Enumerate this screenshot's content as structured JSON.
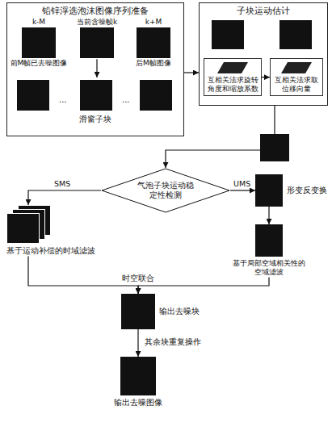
{
  "diagram": {
    "nodes": [
      {
        "text": [
          "铅锌浮选泡沫图像序列准备"
        ]
      },
      {
        "text": [
          "k-M",
          "前M帧已去噪图像"
        ],
        "in": 0
      },
      {
        "text": [
          "当前含噪帧k"
        ],
        "in": 0
      },
      {
        "text": [
          "k+M",
          "后M帧图像"
        ],
        "in": 0
      },
      {
        "text": [
          "滑窗子块"
        ],
        "in": 0
      },
      {
        "text": [
          "子块运动估计"
        ]
      },
      {
        "text": [
          "互相关法求旋转角度和缩放系数"
        ],
        "in": 5
      },
      {
        "text": [
          "互相关法求取位移向量"
        ],
        "in": 5
      },
      {
        "text": [
          "气泡子块运动稳定性检测"
        ]
      },
      {
        "text": [
          "形变反变换"
        ]
      },
      {
        "text": [
          "基于运动补偿的时域滤波"
        ]
      },
      {
        "text": [
          "基于局部空域相关性的空域滤波"
        ]
      },
      {
        "text": [
          "输出去噪块"
        ]
      },
      {
        "text": [
          "输出去噪图像"
        ]
      }
    ],
    "edges": [
      {
        "from": 2,
        "to": 4,
        "arrow": "to"
      },
      {
        "from": 0,
        "to": 5,
        "arrow": "to"
      },
      {
        "from": 6,
        "to": 7,
        "arrow": "to"
      },
      {
        "from": 5,
        "to": 8,
        "arrow": "to"
      },
      {
        "from": 8,
        "to": 10,
        "label": "SMS",
        "arrow": "to"
      },
      {
        "from": 8,
        "to": 9,
        "label": "UMS",
        "arrow": "to"
      },
      {
        "from": 9,
        "to": 11,
        "arrow": "to"
      },
      {
        "from": 10,
        "to": 12,
        "arrow": "to"
      },
      {
        "from": 11,
        "to": 12,
        "arrow": "to"
      },
      {
        "from": 12,
        "to": 13,
        "label": "其余块重复操作",
        "arrow": "to"
      }
    ],
    "labels": [
      "...",
      "...",
      "时空联合"
    ]
  }
}
